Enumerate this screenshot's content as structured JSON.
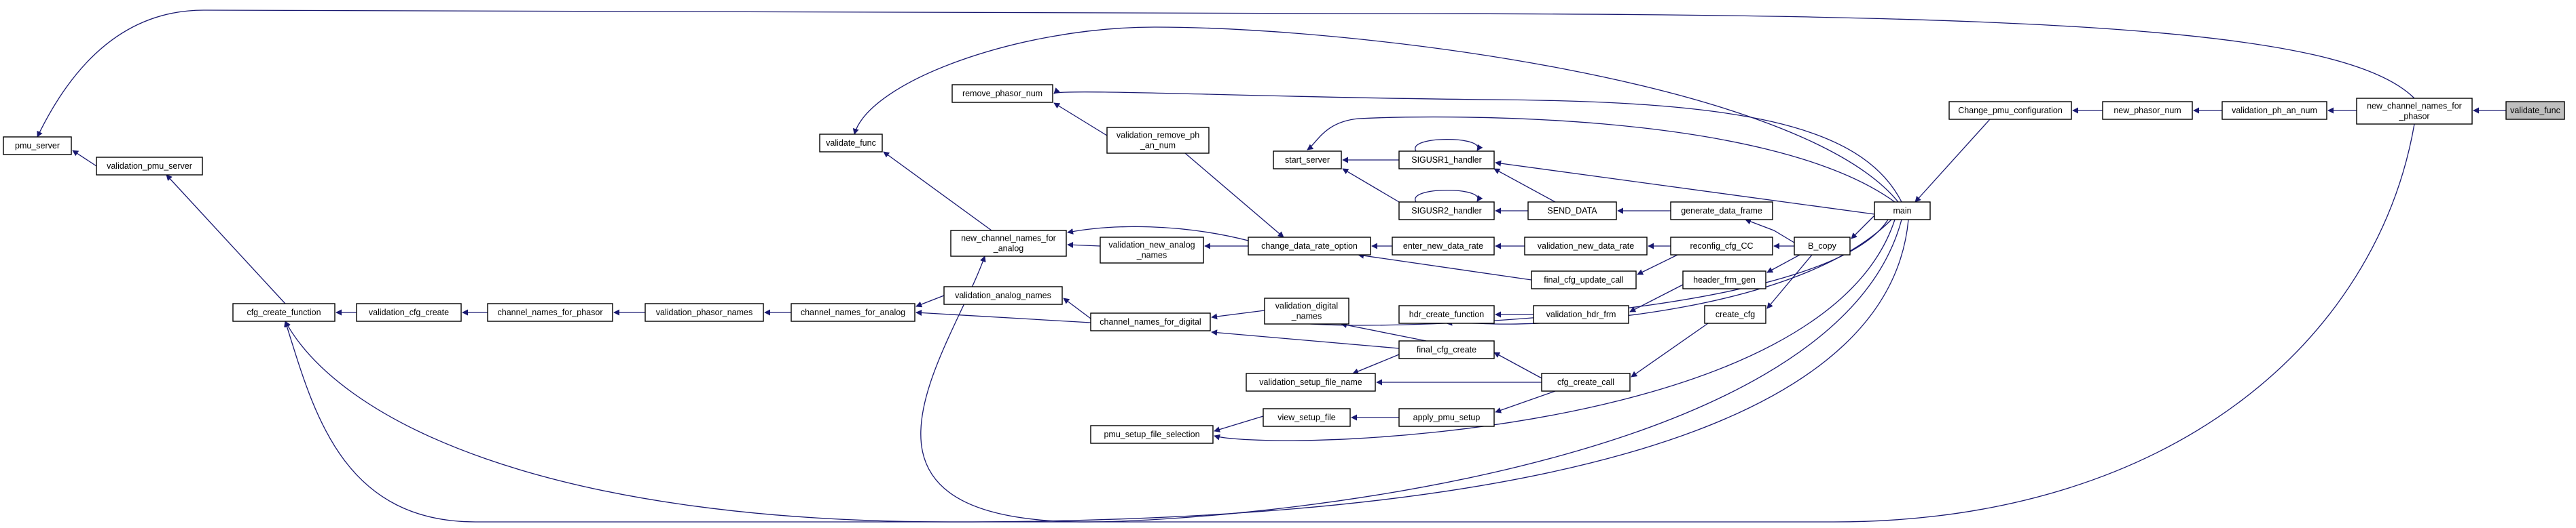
{
  "graph": {
    "root": "validate_func",
    "nodes": [
      {
        "id": "validate_func",
        "lines": [
          "validate_func"
        ],
        "root": true
      },
      {
        "id": "new_channel_names_for_phasor",
        "lines": [
          "new_channel_names_for",
          "_phasor"
        ]
      },
      {
        "id": "validation_ph_an_num",
        "lines": [
          "validation_ph_an_num"
        ]
      },
      {
        "id": "new_phasor_num",
        "lines": [
          "new_phasor_num"
        ]
      },
      {
        "id": "change_pmu_configuration",
        "lines": [
          "Change_pmu_configuration"
        ]
      },
      {
        "id": "main",
        "lines": [
          "main"
        ]
      },
      {
        "id": "b_copy",
        "lines": [
          "B_copy"
        ]
      },
      {
        "id": "generate_data_frame",
        "lines": [
          "generate_data_frame"
        ]
      },
      {
        "id": "reconfig_cfg_cc",
        "lines": [
          "reconfig_cfg_CC"
        ]
      },
      {
        "id": "header_frm_gen",
        "lines": [
          "header_frm_gen"
        ]
      },
      {
        "id": "create_cfg",
        "lines": [
          "create_cfg"
        ]
      },
      {
        "id": "send_data",
        "lines": [
          "SEND_DATA"
        ]
      },
      {
        "id": "sigusr1_handler",
        "lines": [
          "SIGUSR1_handler"
        ]
      },
      {
        "id": "sigusr2_handler",
        "lines": [
          "SIGUSR2_handler"
        ]
      },
      {
        "id": "start_server",
        "lines": [
          "start_server"
        ]
      },
      {
        "id": "validation_new_data_rate",
        "lines": [
          "validation_new_data_rate"
        ]
      },
      {
        "id": "enter_new_data_rate",
        "lines": [
          "enter_new_data_rate"
        ]
      },
      {
        "id": "final_cfg_update_call",
        "lines": [
          "final_cfg_update_call"
        ]
      },
      {
        "id": "validation_hdr_frm",
        "lines": [
          "validation_hdr_frm"
        ]
      },
      {
        "id": "hdr_create_function",
        "lines": [
          "hdr_create_function"
        ]
      },
      {
        "id": "cfg_create_call",
        "lines": [
          "cfg_create_call"
        ]
      },
      {
        "id": "final_cfg_create",
        "lines": [
          "final_cfg_create"
        ]
      },
      {
        "id": "validation_setup_file_name",
        "lines": [
          "validation_setup_file_name"
        ]
      },
      {
        "id": "apply_pmu_setup",
        "lines": [
          "apply_pmu_setup"
        ]
      },
      {
        "id": "view_setup_file",
        "lines": [
          "view_setup_file"
        ]
      },
      {
        "id": "pmu_setup_file_selection",
        "lines": [
          "pmu_setup_file_selection"
        ]
      },
      {
        "id": "validation_digital_names",
        "lines": [
          "validation_digital",
          "_names"
        ]
      },
      {
        "id": "change_data_rate_option",
        "lines": [
          "change_data_rate_option"
        ]
      },
      {
        "id": "validation_remove_ph_an_num",
        "lines": [
          "validation_remove_ph",
          "_an_num"
        ]
      },
      {
        "id": "remove_phasor_num",
        "lines": [
          "remove_phasor_num"
        ]
      },
      {
        "id": "validation_new_analog_names",
        "lines": [
          "validation_new_analog",
          "_names"
        ]
      },
      {
        "id": "new_channel_names_for_analog",
        "lines": [
          "new_channel_names_for",
          "_analog"
        ]
      },
      {
        "id": "validate_func_2",
        "lines": [
          "validate_func"
        ]
      },
      {
        "id": "channel_names_for_digital",
        "lines": [
          "channel_names_for_digital"
        ]
      },
      {
        "id": "validation_analog_names",
        "lines": [
          "validation_analog_names"
        ]
      },
      {
        "id": "channel_names_for_analog",
        "lines": [
          "channel_names_for_analog"
        ]
      },
      {
        "id": "validation_phasor_names",
        "lines": [
          "validation_phasor_names"
        ]
      },
      {
        "id": "channel_names_for_phasor",
        "lines": [
          "channel_names_for_phasor"
        ]
      },
      {
        "id": "validation_cfg_create",
        "lines": [
          "validation_cfg_create"
        ]
      },
      {
        "id": "cfg_create_function",
        "lines": [
          "cfg_create_function"
        ]
      },
      {
        "id": "validation_pmu_server",
        "lines": [
          "validation_pmu_server"
        ]
      },
      {
        "id": "pmu_server",
        "lines": [
          "pmu_server"
        ]
      }
    ]
  },
  "colors": {
    "edge": "#191970",
    "node_border": "#000000",
    "node_fill": "#ffffff",
    "root_fill": "#bfbfbf",
    "background": "#ffffff"
  }
}
